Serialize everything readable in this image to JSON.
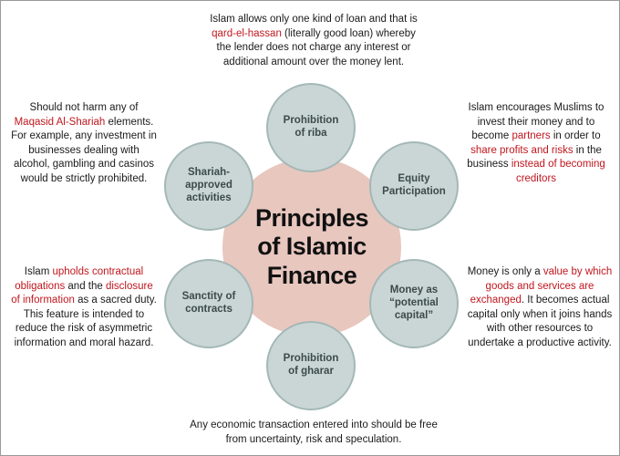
{
  "center": {
    "title": "Principles\nof Islamic\nFinance"
  },
  "nodes": {
    "riba": "Prohibition\nof riba",
    "equity": "Equity\nParticipation",
    "capital": "Money as\n“potential\ncapital”",
    "gharar": "Prohibition\nof gharar",
    "contracts": "Sanctity of\ncontracts",
    "shariah": "Shariah-\napproved\nactivities"
  },
  "descriptions": {
    "top": [
      {
        "t": "Islam allows only one kind of loan and that is "
      },
      {
        "t": "qard-el-hassan",
        "hl": true
      },
      {
        "t": " (literally good loan) whereby the lender does not charge any interest or additional amount over the money lent."
      }
    ],
    "top_right": [
      {
        "t": "Islam encourages Muslims to invest their money and to become "
      },
      {
        "t": "partners",
        "hl": true
      },
      {
        "t": " in order to "
      },
      {
        "t": "share profits and risks",
        "hl": true
      },
      {
        "t": " in the business "
      },
      {
        "t": "instead of becoming creditors",
        "hl": true
      }
    ],
    "bottom_right": [
      {
        "t": "Money is only a "
      },
      {
        "t": "value by which goods and services are exchanged",
        "hl": true
      },
      {
        "t": ". It becomes actual capital only when it joins hands with other resources to undertake a productive activity."
      }
    ],
    "bottom": [
      {
        "t": "Any economic transaction entered into should be free from uncertainty, risk and speculation."
      }
    ],
    "bottom_left": [
      {
        "t": "Islam "
      },
      {
        "t": "upholds contractual obligations",
        "hl": true
      },
      {
        "t": " and the "
      },
      {
        "t": "disclosure of information",
        "hl": true
      },
      {
        "t": " as a sacred duty. This feature is intended to reduce the risk of asymmetric information and moral hazard."
      }
    ],
    "top_left": [
      {
        "t": "Should not harm any of "
      },
      {
        "t": "Maqasid Al-Shariah",
        "hl": true
      },
      {
        "t": " elements. For example, any investment in businesses dealing with alcohol, gambling and casinos would be strictly prohibited."
      }
    ]
  },
  "colors": {
    "highlight": "#c0171e",
    "center_fill": "#e8c7bf",
    "node_fill": "#c9d6d5",
    "node_text": "#3d4a4a"
  }
}
